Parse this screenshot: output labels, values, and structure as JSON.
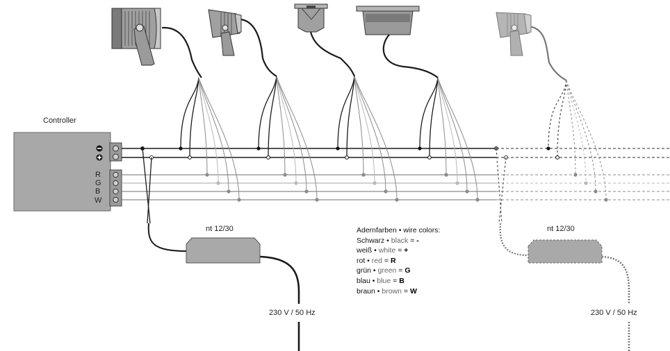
{
  "controller": {
    "title": "Controller",
    "terminals": [
      "R",
      "G",
      "B",
      "W"
    ],
    "polarity": [
      "-",
      "+"
    ]
  },
  "power_supplies": [
    {
      "label": "nt 12/30",
      "mains": "230 V / 50 Hz"
    },
    {
      "label": "nt 12/30",
      "mains": "230 V / 50 Hz"
    }
  ],
  "legend": {
    "heading": "Adernfarben • wire colors:",
    "rows": [
      {
        "de": "Schwarz",
        "en": "black",
        "code": "-"
      },
      {
        "de": "weiß",
        "en": "white",
        "code": "+"
      },
      {
        "de": "rot",
        "en": "red",
        "code": "R"
      },
      {
        "de": "grün",
        "en": "green",
        "code": "G"
      },
      {
        "de": "blau",
        "en": "blue",
        "code": "B"
      },
      {
        "de": "braun",
        "en": "brown",
        "code": "W"
      }
    ]
  },
  "colors": {
    "wire_dark": "#1a1a1a",
    "wire_gray": "#8a8a8a",
    "wire_light": "#b8b8b8",
    "housing": "#a9a9a9"
  },
  "luminaire_icons": [
    "spotlight-large-icon",
    "spotlight-small-icon",
    "recessed-square-icon",
    "recessed-wide-icon",
    "spotlight-optional-icon"
  ]
}
